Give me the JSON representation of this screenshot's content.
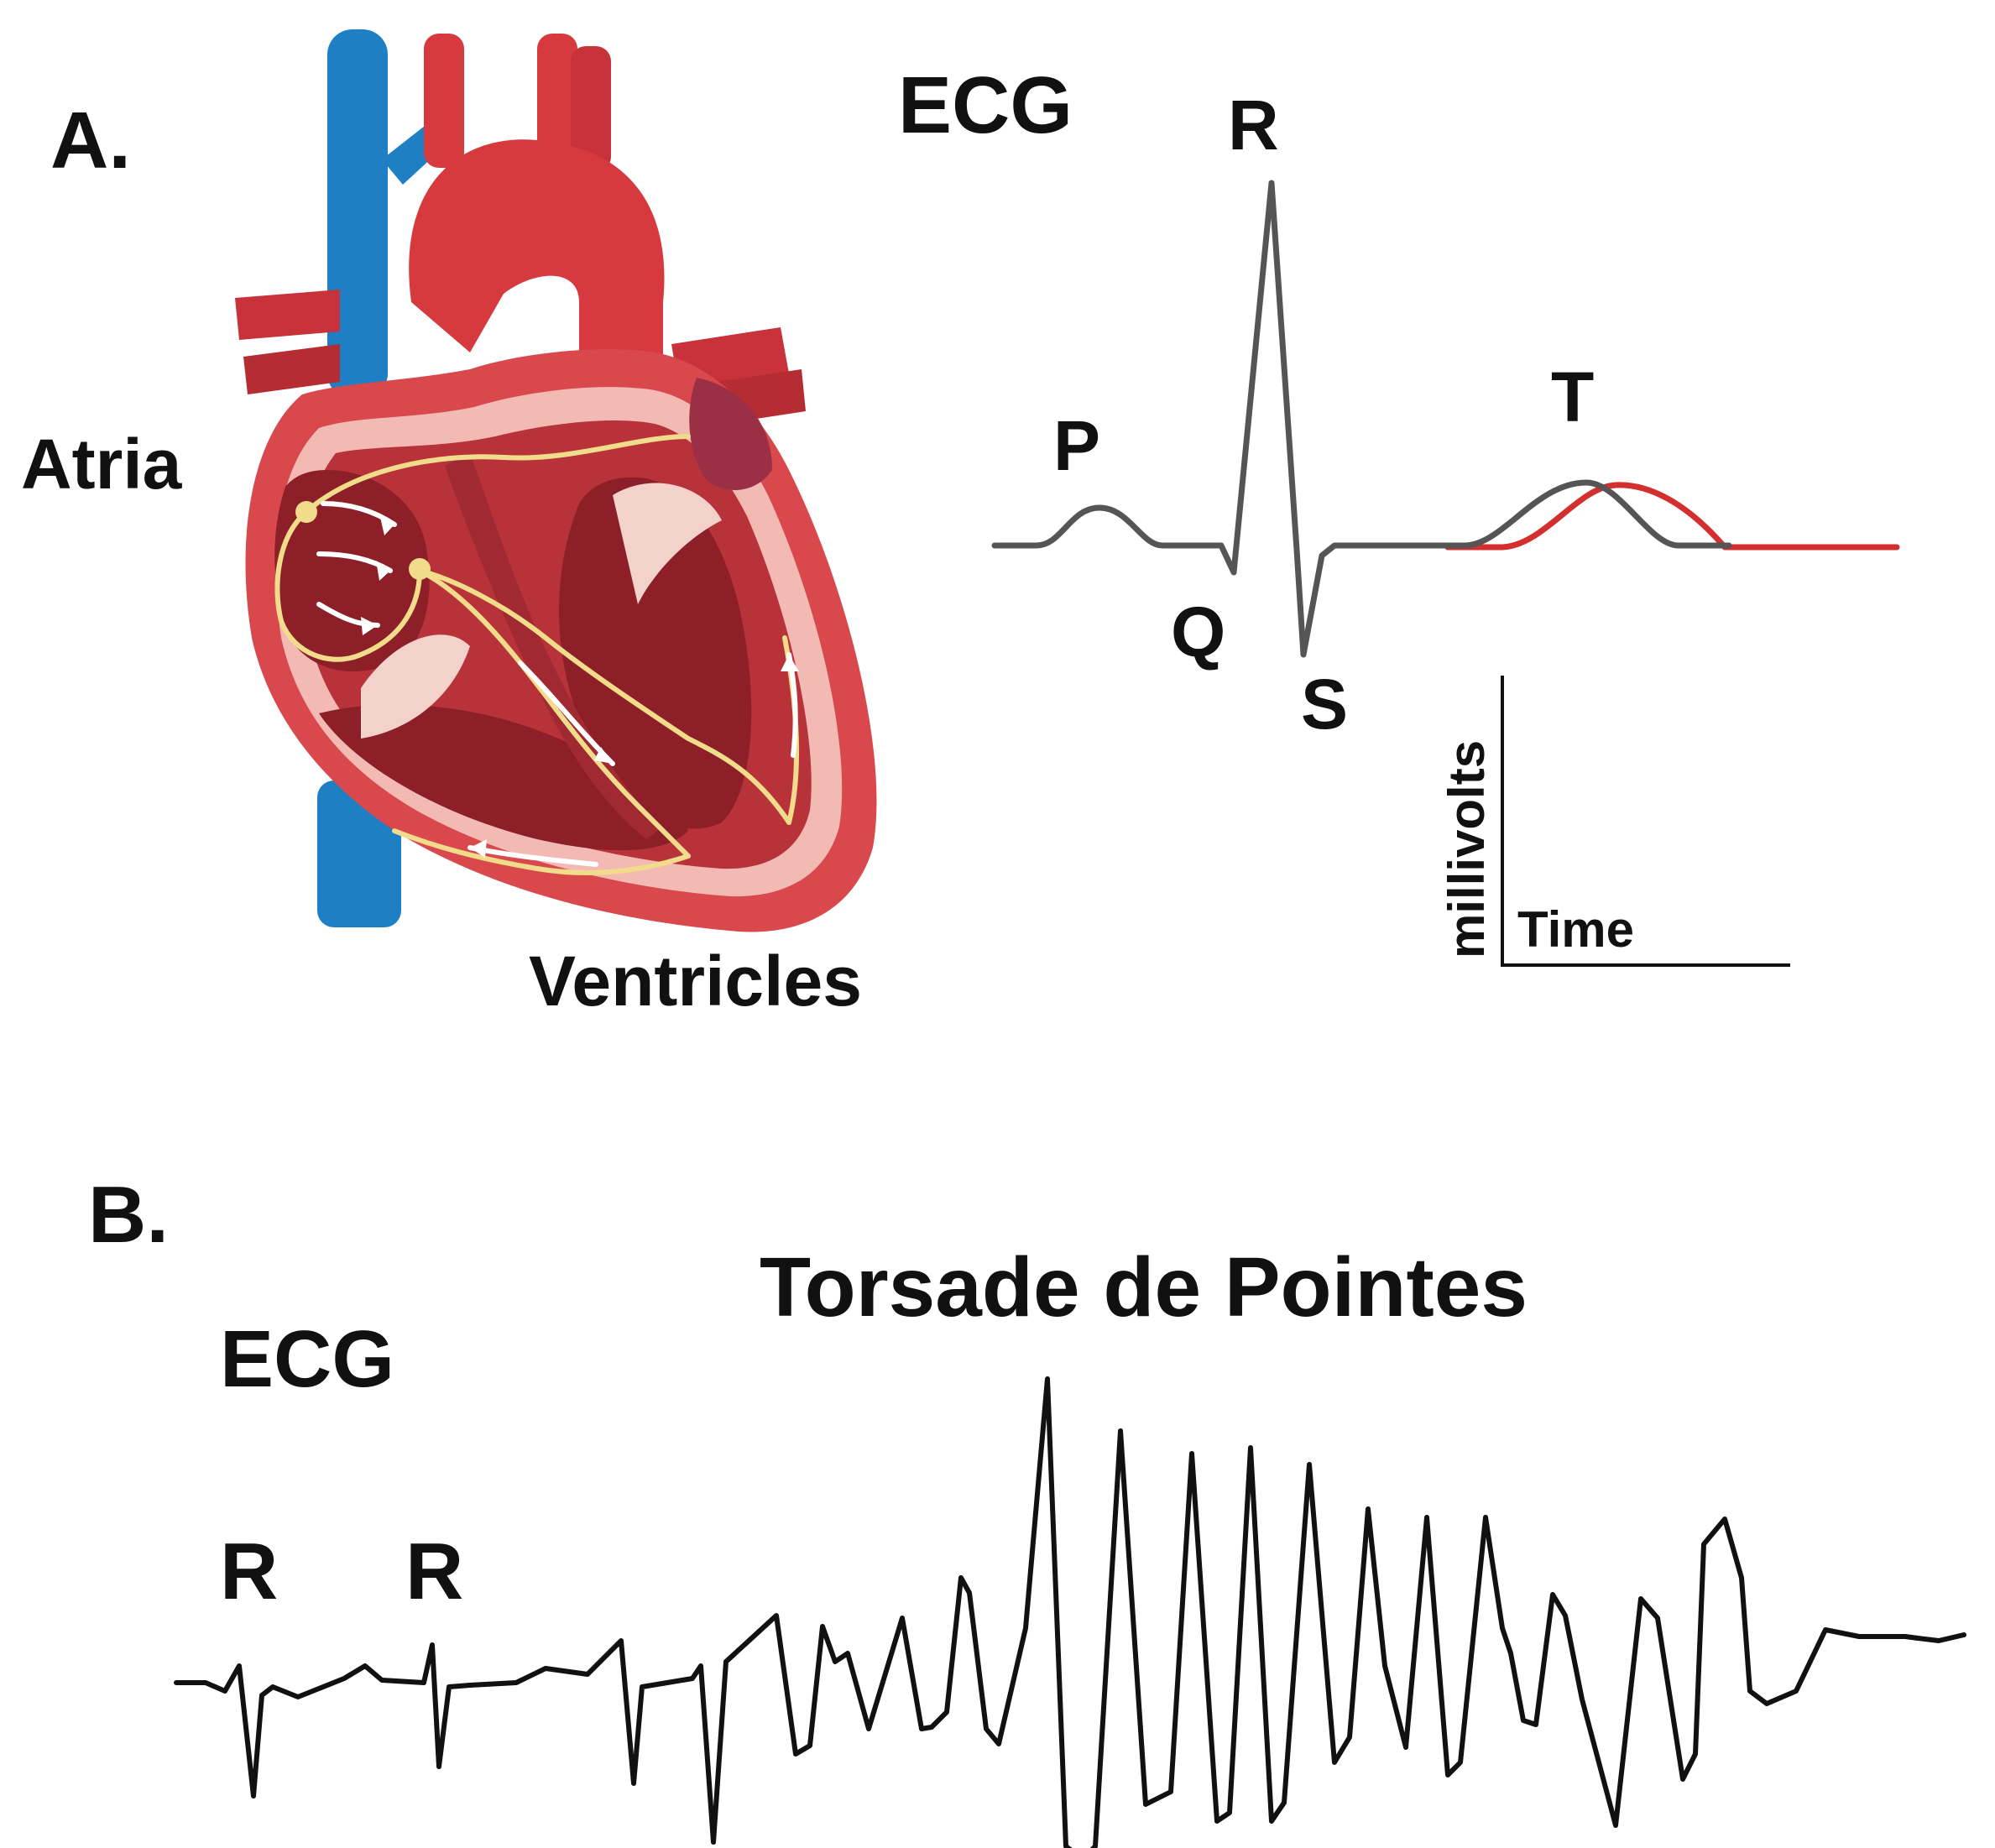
{
  "panel_a": {
    "label": "A.",
    "heart_labels": {
      "atria": "Atria",
      "ventricles": "Ventricles"
    },
    "ecg": {
      "title": "ECG",
      "waves": {
        "p": "P",
        "q": "Q",
        "r": "R",
        "s": "S",
        "t": "T"
      },
      "axis": {
        "y": "millivolts",
        "x": "Time"
      },
      "colors": {
        "normal": "#555555",
        "prolonged": "#d32f2f"
      }
    }
  },
  "panel_b": {
    "label": "B.",
    "ecg_title": "ECG",
    "rhythm_title": "Torsade de Pointes",
    "r_labels": [
      "R",
      "R"
    ],
    "trace_color": "#111111"
  },
  "colors": {
    "vein_blue": "#1f7fc4",
    "artery_red": "#d63a3f",
    "myocardium": "#b8323a",
    "myocardium_dark": "#8c1f27",
    "inner_pink": "#f3b9b3",
    "conduction_yellow": "#f0dc8a"
  }
}
